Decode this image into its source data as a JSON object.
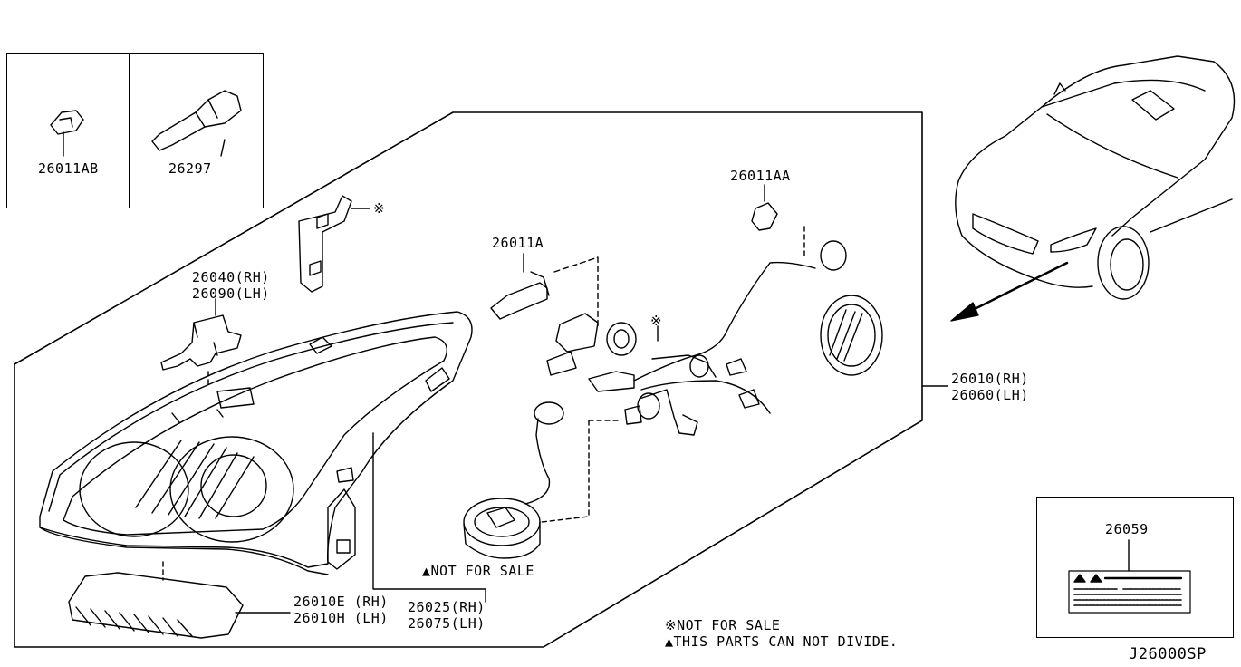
{
  "diagram": {
    "code": "J26000SP",
    "inset_parts": [
      {
        "part_no": "26011AB"
      },
      {
        "part_no": "26297"
      }
    ],
    "callouts": {
      "bracket_symbol": "※",
      "p26011AA": "26011AA",
      "p26011A": "26011A",
      "p26040": "26040(RH)",
      "p26090": "26090(LH)",
      "p26010": "26010(RH)",
      "p26060": "26060(LH)",
      "p26010E": "26010E (RH)",
      "p26010H": "26010H (LH)",
      "p26025": "26025(RH)",
      "p26075": "26075(LH)",
      "ballast_note": "▲NOT FOR SALE",
      "label_part": "26059",
      "wire_symbol": "※"
    },
    "legend": {
      "not_for_sale": "※NOT FOR SALE",
      "not_divide": "▲THIS PARTS CAN NOT DIVIDE."
    }
  }
}
